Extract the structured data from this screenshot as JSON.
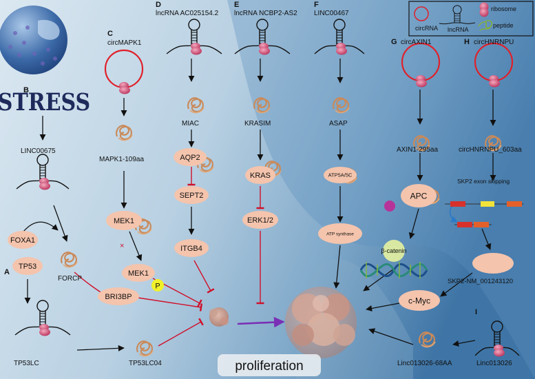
{
  "legend": {
    "circrna": "circRNA",
    "lncrna": "lncRNA",
    "ribosome": "ribosome",
    "peptide": "peptide"
  },
  "panels": {
    "A": {
      "letter": "A",
      "items": [
        "TP53",
        "TP53LC",
        "TP53LC04"
      ]
    },
    "B": {
      "letter": "B",
      "stress": "STRESS",
      "items": [
        "LINC00675",
        "FOXA1",
        "FORCP",
        "BRI3BP"
      ]
    },
    "C": {
      "letter": "C",
      "title": "circMAPK1",
      "items": [
        "MAPK1-109aa",
        "MEK1",
        "MEK1",
        "P"
      ]
    },
    "D": {
      "letter": "D",
      "title": "lncRNA AC025154.2",
      "items": [
        "MIAC",
        "AQP2",
        "SEPT2",
        "ITGB4"
      ]
    },
    "E": {
      "letter": "E",
      "title": "lncRNA NCBP2-AS2",
      "items": [
        "KRASIM",
        "KRAS",
        "ERK1/2"
      ]
    },
    "F": {
      "letter": "F",
      "title": "LINC00467",
      "items": [
        "ASAP",
        "ATP5A/5C",
        "ATP synthase"
      ]
    },
    "G": {
      "letter": "G",
      "title": "circAXIN1",
      "items": [
        "AXIN1-295aa",
        "APC",
        "β-catenin"
      ]
    },
    "H": {
      "letter": "H",
      "title": "circHNRNPU",
      "items": [
        "circHNRNPU_603aa",
        "SKP2 exon skipping",
        "SKP2-NM_001243120",
        "c-Myc"
      ]
    },
    "I": {
      "letter": "I",
      "items": [
        "Linc013026",
        "Linc013026-68AA"
      ]
    }
  },
  "outcome": "proliferation",
  "colors": {
    "node_fill": "#f4c4ad",
    "inhibit": "#d0102a",
    "activate": "#111111",
    "purple_arrow": "#7a2fb5",
    "circ_ring": "#e0202a",
    "ribosome": "#d9547a",
    "phospho": "#f1f12a",
    "beta_catenin": "#e6f2a0",
    "exon_red": "#d8312c",
    "exon_yellow": "#f2e33a",
    "exon_orange": "#e4602a",
    "purple_dot": "#b6339a"
  },
  "icons": [
    "cell-icon",
    "stress-icon",
    "lncrna-hairpin-icon",
    "circrna-icon",
    "ribosome-icon",
    "peptide-icon",
    "dna-helix-icon",
    "tumor-mass-icon",
    "phosphate-icon"
  ]
}
